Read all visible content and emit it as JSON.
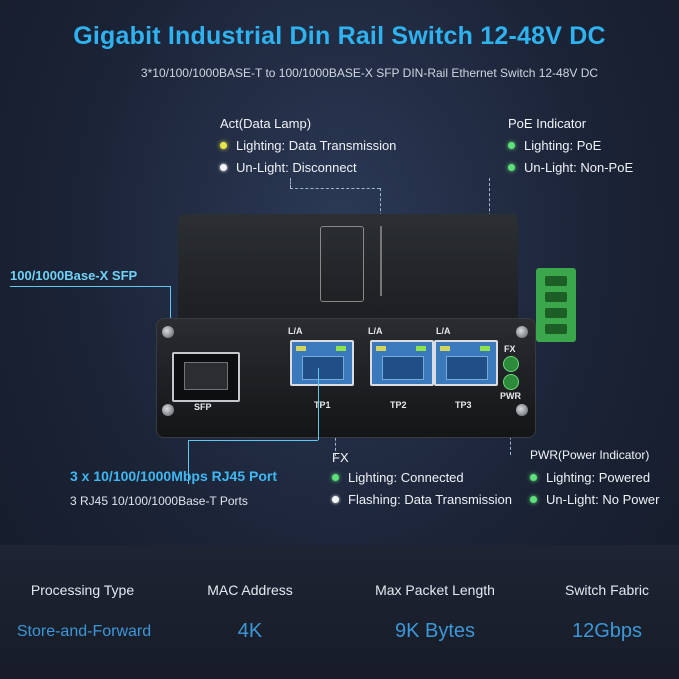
{
  "header": {
    "title": "Gigabit Industrial Din Rail Switch 12-48V DC",
    "subtitle": "3*10/100/1000BASE-T to 100/1000BASE-X SFP DIN-Rail Ethernet Switch 12-48V DC"
  },
  "annotations": {
    "act": {
      "heading": "Act(Data Lamp)",
      "items": [
        "Lighting: Data Transmission",
        "Un-Light: Disconnect"
      ]
    },
    "poe": {
      "heading": "PoE Indicator",
      "items": [
        "Lighting: PoE",
        "Un-Light: Non-PoE"
      ]
    },
    "fx": {
      "heading": "FX",
      "items": [
        "Lighting: Connected",
        "Flashing: Data Transmission"
      ]
    },
    "pwr": {
      "heading": "PWR(Power Indicator)",
      "items": [
        "Lighting: Powered",
        "Un-Light: No Power"
      ]
    },
    "sfp_label": "100/1000Base-X SFP",
    "rj45_label": "3 x 10/100/1000Mbps RJ45 Port",
    "rj45_sub": "3 RJ45 10/100/1000Base-T Ports"
  },
  "device": {
    "port_labels": {
      "la": "L/A",
      "sfp": "SFP",
      "tp1": "TP1",
      "tp2": "TP2",
      "tp3": "TP3",
      "fx": "FX",
      "pwr": "PWR"
    }
  },
  "specs": [
    {
      "label": "Processing Type",
      "value": "Store-and-Forward"
    },
    {
      "label": "MAC Address",
      "value": "4K"
    },
    {
      "label": "Max Packet Length",
      "value": "9K Bytes"
    },
    {
      "label": "Switch Fabric",
      "value": "12Gbps"
    }
  ],
  "colors": {
    "accent": "#2fb2f0",
    "led_yellow": "#e7e54a",
    "led_green": "#5ee07a",
    "spec_value": "#3c97d8"
  }
}
